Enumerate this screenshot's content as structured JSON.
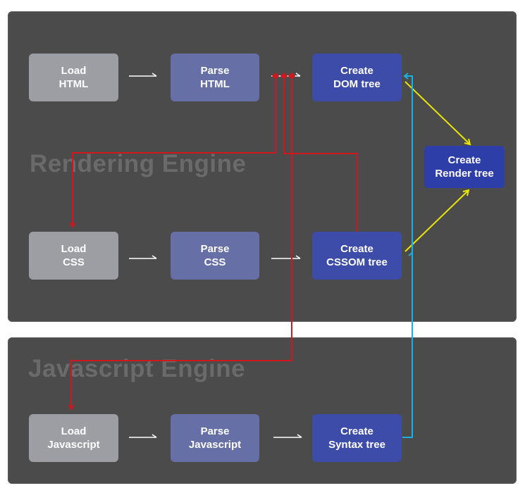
{
  "engines": {
    "rendering": "Rendering Engine",
    "javascript": "Javascript Engine"
  },
  "boxes": {
    "load_html": [
      "Load",
      "HTML"
    ],
    "parse_html": [
      "Parse",
      "HTML"
    ],
    "create_dom": [
      "Create",
      "DOM tree"
    ],
    "load_css": [
      "Load",
      "CSS"
    ],
    "parse_css": [
      "Parse",
      "CSS"
    ],
    "create_cssom": [
      "Create",
      "CSSOM tree"
    ],
    "create_render": [
      "Create",
      "Render tree"
    ],
    "load_js": [
      "Load",
      "Javascript"
    ],
    "parse_js": [
      "Parse",
      "Javascript"
    ],
    "create_syntax": [
      "Create",
      "Syntax tree"
    ]
  },
  "colors": {
    "panel": "#4b4b4b",
    "engine_label": "#6a6a6a",
    "box_load": "#9d9ea3",
    "box_parse": "#6670a6",
    "box_create": "#3d4ca9",
    "box_render": "#2e3ea8",
    "flow_arrow": "#ffffff",
    "fetch_arrow": "#d0161e",
    "render_arrow": "#e9e50a",
    "syntax_arrow": "#1ab0e0"
  }
}
